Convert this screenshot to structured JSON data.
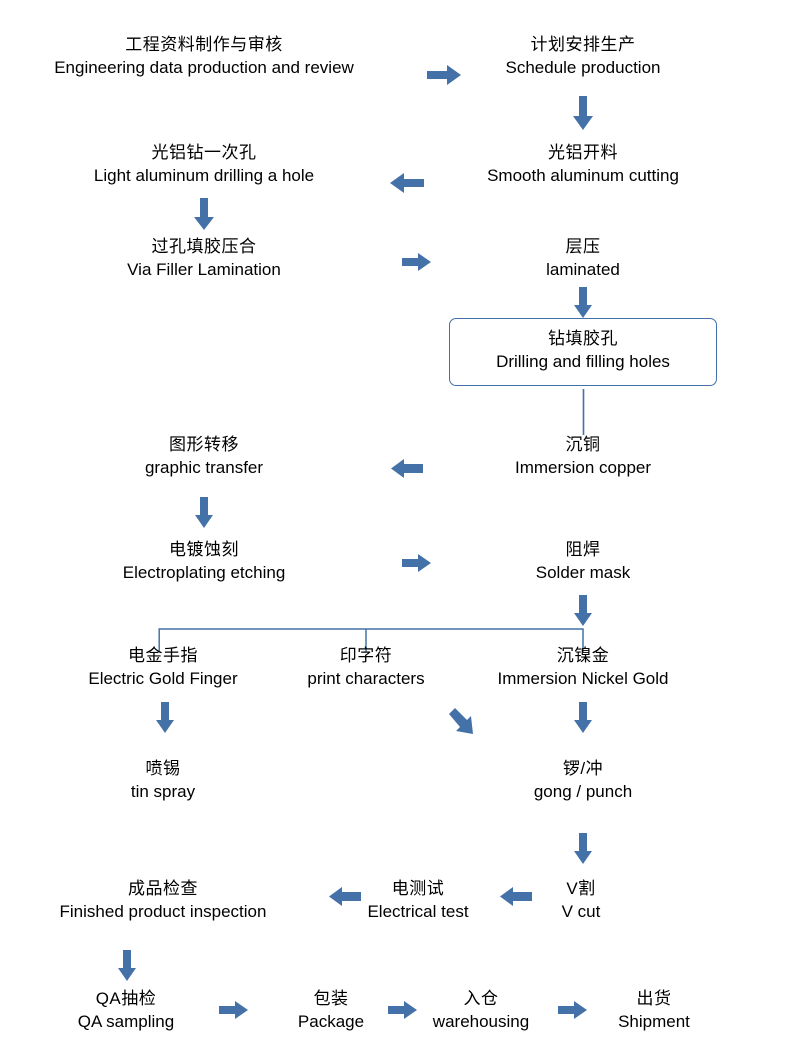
{
  "diagram": {
    "title": "PCB manufacturing process flow",
    "accent_color": "#4472a8",
    "text_color": "#000000",
    "background": "#ffffff",
    "nodes": [
      {
        "id": "engineering",
        "cn": "工程资料制作与审核",
        "en": "Engineering data production and review"
      },
      {
        "id": "schedule",
        "cn": "计划安排生产",
        "en": "Schedule production"
      },
      {
        "id": "cutting",
        "cn": "光铝开料",
        "en": "Smooth aluminum cutting"
      },
      {
        "id": "drilling",
        "cn": "光铝钻一次孔",
        "en": "Light aluminum drilling a hole"
      },
      {
        "id": "via_filler",
        "cn": "过孔填胶压合",
        "en": "Via Filler Lamination"
      },
      {
        "id": "laminated",
        "cn": "层压",
        "en": "laminated"
      },
      {
        "id": "fill_holes",
        "cn": "钻填胶孔",
        "en": "Drilling and filling holes"
      },
      {
        "id": "immersion_cu",
        "cn": "沉铜",
        "en": "Immersion copper"
      },
      {
        "id": "graphic",
        "cn": "图形转移",
        "en": "graphic transfer"
      },
      {
        "id": "electroplate",
        "cn": "电镀蚀刻",
        "en": "Electroplating etching"
      },
      {
        "id": "solder_mask",
        "cn": "阻焊",
        "en": "Solder mask"
      },
      {
        "id": "gold_finger",
        "cn": "电金手指",
        "en": "Electric Gold Finger"
      },
      {
        "id": "print_chars",
        "cn": "印字符",
        "en": "print characters"
      },
      {
        "id": "nickel_gold",
        "cn": "沉镍金",
        "en": "Immersion Nickel Gold"
      },
      {
        "id": "tin_spray",
        "cn": "喷锡",
        "en": "tin spray"
      },
      {
        "id": "gong_punch",
        "cn": "锣/冲",
        "en": "gong / punch"
      },
      {
        "id": "v_cut",
        "cn": "V割",
        "en": "V cut"
      },
      {
        "id": "electrical",
        "cn": "电测试",
        "en": "Electrical test"
      },
      {
        "id": "finished",
        "cn": "成品检查",
        "en": "Finished product inspection"
      },
      {
        "id": "qa_sampling",
        "cn": "QA抽检",
        "en": "QA sampling"
      },
      {
        "id": "package",
        "cn": "包装",
        "en": "Package"
      },
      {
        "id": "warehousing",
        "cn": "入仓",
        "en": "warehousing"
      },
      {
        "id": "shipment",
        "cn": "出货",
        "en": "Shipment"
      }
    ],
    "arrows": [
      {
        "id": "engineering-to-schedule",
        "direction": "right"
      },
      {
        "id": "schedule-to-cutting",
        "direction": "down"
      },
      {
        "id": "cutting-to-drilling",
        "direction": "left"
      },
      {
        "id": "drilling-to-via-filler",
        "direction": "down"
      },
      {
        "id": "via-filler-to-laminated",
        "direction": "right"
      },
      {
        "id": "laminated-to-fill-holes",
        "direction": "down"
      },
      {
        "id": "fill-holes-to-immersion-cu",
        "direction": "down-line"
      },
      {
        "id": "immersion-cu-to-graphic",
        "direction": "left"
      },
      {
        "id": "graphic-to-electroplate",
        "direction": "down"
      },
      {
        "id": "electroplate-to-solder-mask",
        "direction": "right"
      },
      {
        "id": "solder-mask-to-branch",
        "direction": "down"
      },
      {
        "id": "gold-finger-to-tin-spray",
        "direction": "down"
      },
      {
        "id": "print-chars-to-gong",
        "direction": "down-right"
      },
      {
        "id": "nickel-gold-to-gong",
        "direction": "down"
      },
      {
        "id": "gong-to-v-cut",
        "direction": "down"
      },
      {
        "id": "v-cut-to-electrical",
        "direction": "left"
      },
      {
        "id": "electrical-to-finished",
        "direction": "left"
      },
      {
        "id": "finished-to-qa",
        "direction": "down"
      },
      {
        "id": "qa-to-package",
        "direction": "right"
      },
      {
        "id": "package-to-warehousing",
        "direction": "right"
      },
      {
        "id": "warehousing-to-shipment",
        "direction": "right"
      }
    ],
    "connectors": [
      {
        "id": "branch-bracket",
        "description": "horizontal bracket splitting to three branches"
      }
    ]
  }
}
